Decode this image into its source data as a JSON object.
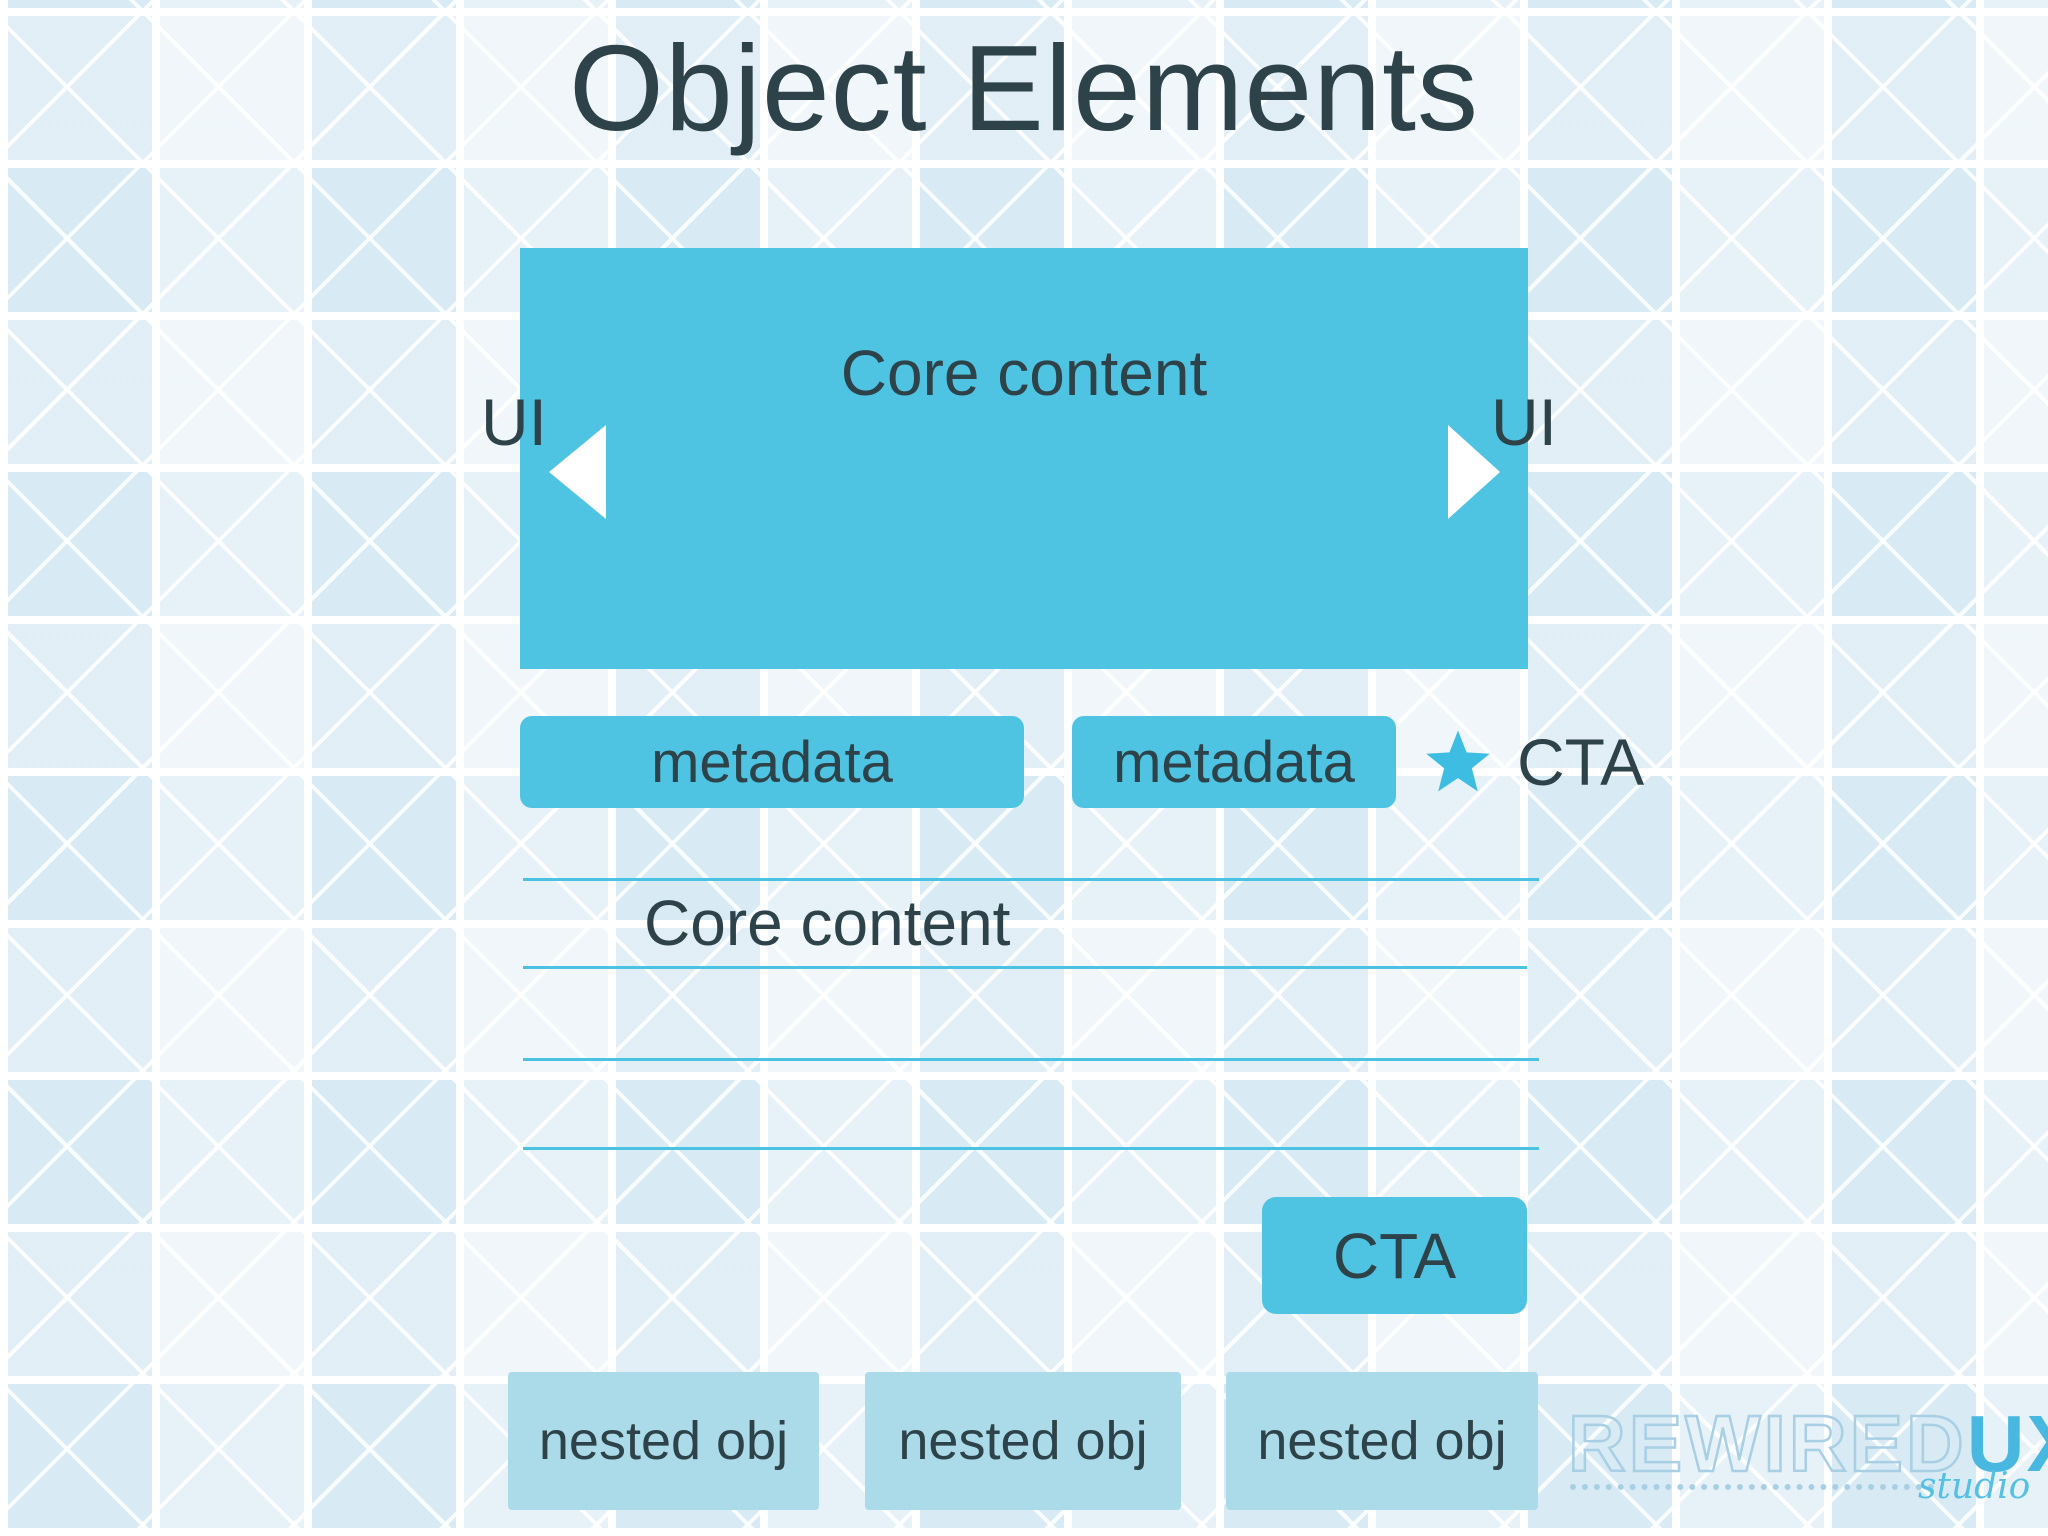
{
  "title": "Object Elements",
  "core_card": {
    "label": "Core content",
    "ui_left": "UI",
    "ui_right": "UI"
  },
  "metadata_row": {
    "chips": [
      {
        "label": "metadata"
      },
      {
        "label": "metadata"
      }
    ],
    "cta": {
      "icon": "star-icon",
      "label": "CTA"
    }
  },
  "content_section": {
    "label": "Core content",
    "line_count": 4
  },
  "cta_button": {
    "label": "CTA"
  },
  "nested_objects": [
    {
      "label": "nested obj"
    },
    {
      "label": "nested obj"
    },
    {
      "label": "nested obj"
    }
  ],
  "logo": {
    "brand_outline": "REWIRED",
    "brand_solid": "UX",
    "tagline": "studio"
  },
  "colors": {
    "accent_cyan": "#4ec4e2",
    "light_cyan": "#abdae8",
    "dark_text": "#2e4349",
    "line_cyan": "#4cc2e2",
    "star_cyan": "#3ebde3",
    "logo_outline": "#a9cfe4",
    "logo_solid": "#49b8e0",
    "background": "#f6fafc"
  }
}
